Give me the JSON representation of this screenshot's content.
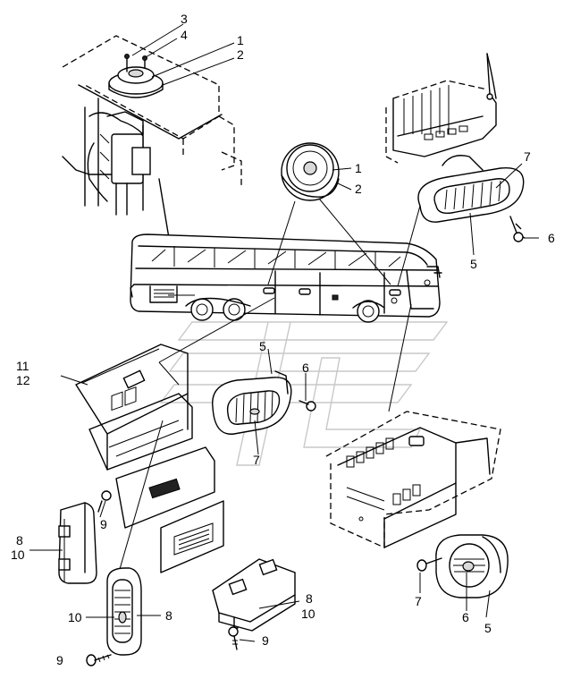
{
  "callouts": {
    "c_3": "3",
    "c_4": "4",
    "c_1_top": "1",
    "c_2_top": "2",
    "c_1_mid": "1",
    "c_2_mid": "2",
    "c_7_top": "7",
    "c_6_top": "6",
    "c_5_top": "5",
    "c_5_center": "5",
    "c_6_center": "6",
    "c_7_center": "7",
    "c_11": "11",
    "c_12": "12",
    "c_9_left": "9",
    "c_8_left": "8",
    "c_10_left": "10",
    "c_10_lamp": "10",
    "c_8_lamp": "8",
    "c_9_bottom": "9",
    "c_8_right": "8",
    "c_10_right": "10",
    "c_9_center": "9",
    "c_7_bottom": "7",
    "c_6_bottom": "6",
    "c_5_bottom": "5"
  }
}
